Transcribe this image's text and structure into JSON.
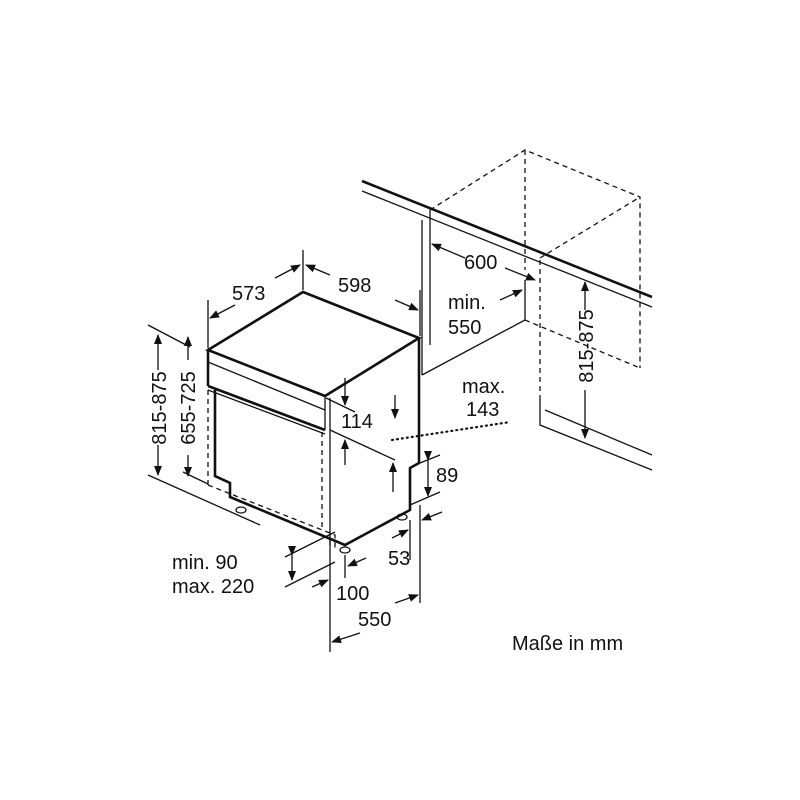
{
  "title": "Dishwasher installation dimensions",
  "units_note": "Maße in mm",
  "dimensions": {
    "depth": "573",
    "width": "598",
    "niche_width": "600",
    "niche_depth_min_label": "min.",
    "niche_depth_min": "550",
    "niche_height": "815-875",
    "appliance_height": "815-875",
    "door_height": "655-725",
    "panel_height": "114",
    "panel_max_label": "max.",
    "panel_max": "143",
    "plinth_height": "89",
    "foot_offset": "53",
    "plinth_min": "min. 90",
    "plinth_max": "max. 220",
    "plinth_recess": "100",
    "base_depth": "550"
  }
}
